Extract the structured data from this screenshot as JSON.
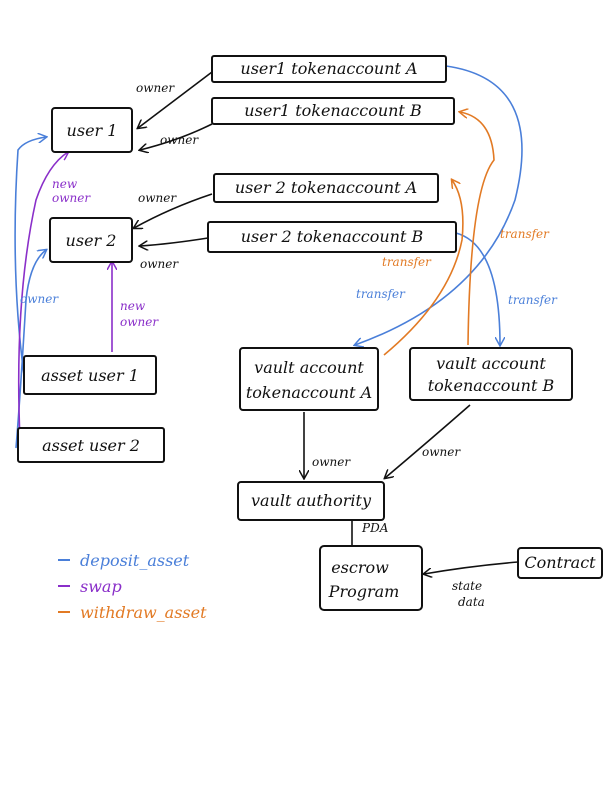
{
  "nodes": {
    "user1": "user 1",
    "user2": "user 2",
    "u1_token_a": "user1 tokenaccount A",
    "u1_token_b": "user1 tokenaccount B",
    "u2_token_a": "user 2 tokenaccount A",
    "u2_token_b": "user 2 tokenaccount B",
    "asset_user1": "asset user 1",
    "asset_user2": "asset user 2",
    "vault_a_line1": "vault account",
    "vault_a_line2": "tokenaccount A",
    "vault_b_line1": "vault account",
    "vault_b_line2": "tokenaccount B",
    "vault_authority": "vault authority",
    "escrow_line1": "escrow",
    "escrow_line2": "Program",
    "contract": "Contract"
  },
  "edge_labels": {
    "owner": "owner",
    "new_owner_line1": "new",
    "new_owner_line2": "owner",
    "transfer": "transfer",
    "pda": "PDA",
    "state_line1": "state",
    "state_line2": "data"
  },
  "legend": {
    "deposit": "deposit_asset",
    "swap": "swap",
    "withdraw": "withdraw_asset"
  },
  "colors": {
    "deposit": "#4a7fd9",
    "swap": "#8a2fc9",
    "withdraw": "#e27a24",
    "ink": "#111111"
  }
}
